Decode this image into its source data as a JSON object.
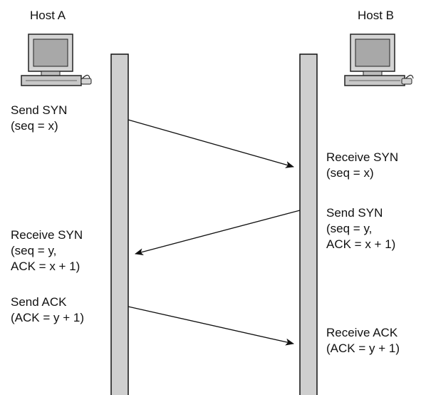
{
  "hosts": {
    "a": {
      "label": "Host A"
    },
    "b": {
      "label": "Host B"
    }
  },
  "host_a_events": [
    {
      "lines": [
        "Send SYN",
        "(seq = x)"
      ]
    },
    {
      "lines": [
        "Receive SYN",
        "(seq = y,",
        "ACK = x + 1)"
      ]
    },
    {
      "lines": [
        "Send ACK",
        "(ACK = y + 1)"
      ]
    }
  ],
  "host_b_events": [
    {
      "lines": [
        "Receive SYN",
        "(seq = x)"
      ]
    },
    {
      "lines": [
        "Send SYN",
        "(seq = y,",
        "ACK = x + 1)"
      ]
    },
    {
      "lines": [
        "Receive ACK",
        "(ACK = y + 1)"
      ]
    }
  ],
  "colors": {
    "timeline_fill": "#cfcfcf",
    "computer_body": "#d4d4d4",
    "screen": "#a8a8a8"
  }
}
